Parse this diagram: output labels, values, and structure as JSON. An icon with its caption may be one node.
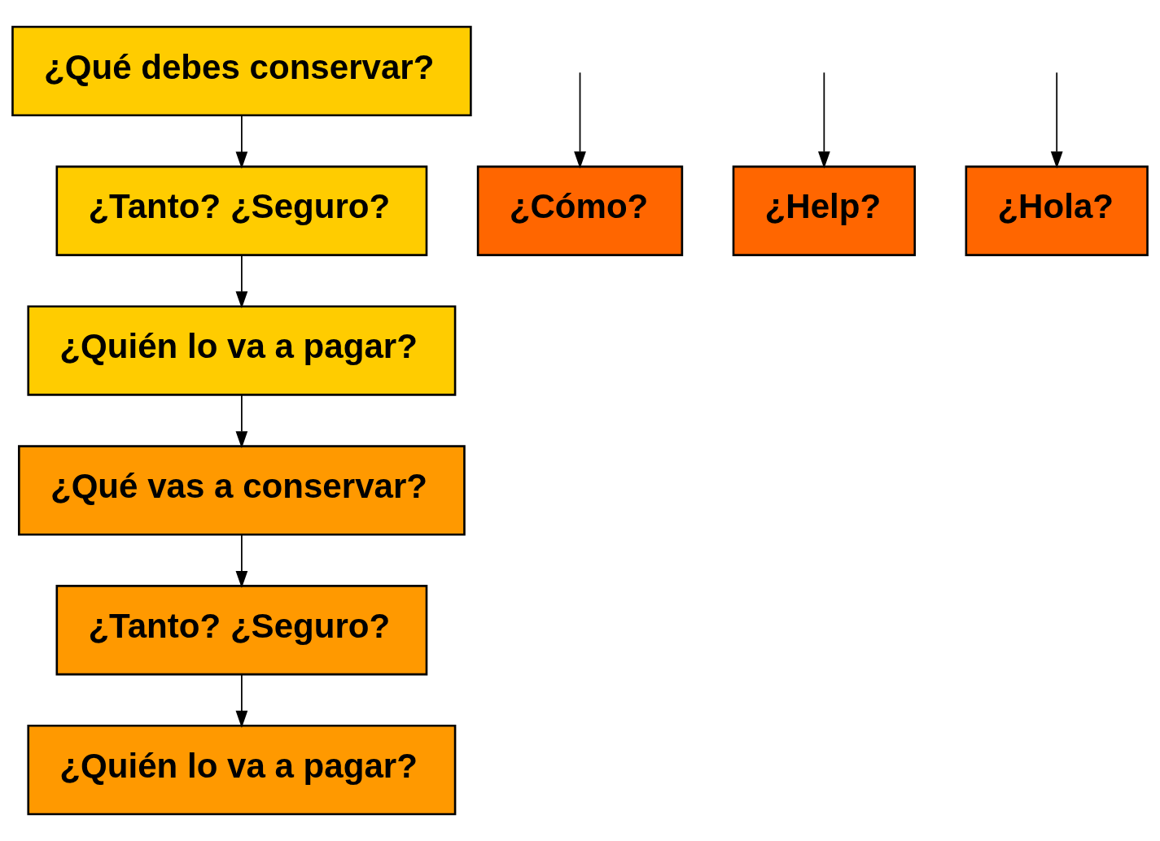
{
  "diagram": {
    "nodes": [
      {
        "text": [
          "¿Qué debes conservar?"
        ]
      },
      {
        "text": [
          "¿Tanto? ¿Seguro?"
        ]
      },
      {
        "text": [
          "¿Quién lo va a pagar?"
        ]
      },
      {
        "text": [
          "¿Qué vas a conservar?"
        ]
      },
      {
        "text": [
          "¿Tanto? ¿Seguro?"
        ]
      },
      {
        "text": [
          "¿Quién lo va a pagar?"
        ]
      },
      {
        "text": [
          "¿Cómo?"
        ]
      },
      {
        "text": [
          "¿Help?"
        ]
      },
      {
        "text": [
          "¿Hola?"
        ]
      }
    ],
    "edges": [
      {
        "from": 0,
        "to": 1,
        "arrow": "to"
      },
      {
        "from": 1,
        "to": 2,
        "arrow": "to"
      },
      {
        "from": 2,
        "to": 3,
        "arrow": "to"
      },
      {
        "from": 3,
        "to": 4,
        "arrow": "to"
      },
      {
        "from": 4,
        "to": 5,
        "arrow": "to"
      },
      {
        "from": null,
        "to": 6,
        "arrow": "to"
      },
      {
        "from": null,
        "to": 7,
        "arrow": "to"
      },
      {
        "from": null,
        "to": 8,
        "arrow": "to"
      }
    ]
  }
}
